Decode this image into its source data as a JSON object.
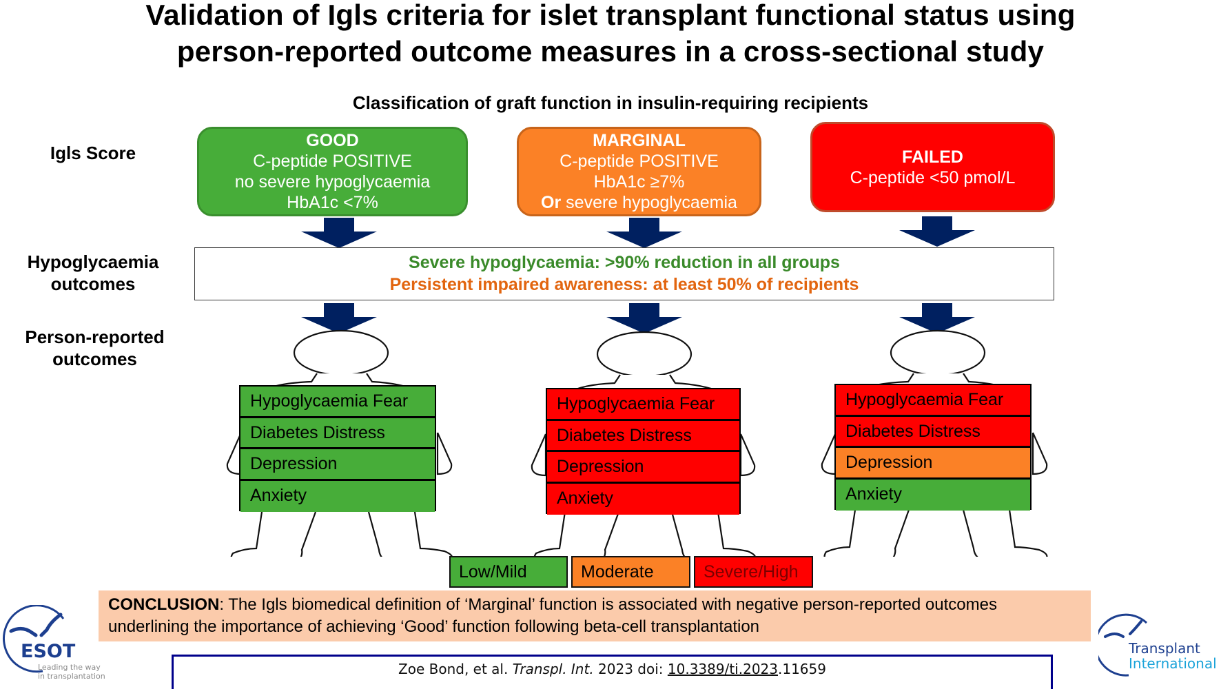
{
  "title": {
    "line1": "Validation of Igls criteria for islet transplant functional status using",
    "line2": "person-reported outcome measures in a cross-sectional study"
  },
  "subtitle": "Classification  of graft function in insulin-requiring  recipients",
  "row_labels": {
    "igls_score": "Igls Score",
    "hypoglycaemia_line1": "Hypoglycaemia",
    "hypoglycaemia_line2": "outcomes",
    "person_reported_line1": "Person-reported",
    "person_reported_line2": "outcomes"
  },
  "igls_categories": [
    {
      "name": "GOOD",
      "lines": [
        "C-peptide POSITIVE",
        "no severe hypoglycaemia",
        "HbA1c <7%"
      ],
      "color": "#47ad39"
    },
    {
      "name": "MARGINAL",
      "lines": [
        "C-peptide POSITIVE",
        "HbA1c ≥7%"
      ],
      "or_prefix": "Or",
      "or_line": " severe hypoglycaemia",
      "color": "#fb8126"
    },
    {
      "name": "FAILED",
      "lines": [
        "C-peptide <50 pmol/L"
      ],
      "color": "#ff0000"
    }
  ],
  "hypoglycaemia_outcomes": {
    "line1": "Severe hypoglycaemia: >90% reduction in all groups",
    "line2": "Persistent impaired awareness: at least 50% of recipients"
  },
  "person_reported_outcomes": {
    "measures": [
      "Hypoglycaemia Fear",
      "Diabetes Distress",
      "Depression",
      "Anxiety"
    ],
    "groups": [
      {
        "group": "GOOD",
        "levels": [
          "Low/Mild",
          "Low/Mild",
          "Low/Mild",
          "Low/Mild"
        ]
      },
      {
        "group": "MARGINAL",
        "levels": [
          "Severe/High",
          "Severe/High",
          "Severe/High",
          "Severe/High"
        ]
      },
      {
        "group": "FAILED",
        "levels": [
          "Severe/High",
          "Severe/High",
          "Moderate",
          "Low/Mild"
        ]
      }
    ]
  },
  "legend": [
    {
      "label": "Low/Mild",
      "color": "#47ad39"
    },
    {
      "label": "Moderate",
      "color": "#fb8126"
    },
    {
      "label": "Severe/High",
      "color": "#ff0000"
    }
  ],
  "conclusion": {
    "label": "CONCLUSION",
    "text_line1": ": The Igls biomedical definition of ‘Marginal’ function is associated with negative person-reported outcomes",
    "text_line2": "underlining the importance of achieving ‘Good’ function following beta-cell transplantation"
  },
  "citation": {
    "authors": "Zoe Bond, et al. ",
    "journal": "Transpl. Int.",
    "year_doi_prefix": " 2023 doi: ",
    "doi": "10.3389/ti.2023",
    "doi_suffix": ".11659"
  },
  "logos": {
    "esot": {
      "name": "ESOT",
      "tagline_line1": "Leading the way",
      "tagline_line2": "in transplantation"
    },
    "transplant_international": {
      "line1": "Transplant",
      "line2": "International"
    }
  },
  "colors": {
    "arrow": "#002060",
    "good": "#47ad39",
    "moderate": "#fb8126",
    "severe": "#ff0000",
    "conclusion_bg": "#fbcbab",
    "citation_border": "#00008b"
  }
}
